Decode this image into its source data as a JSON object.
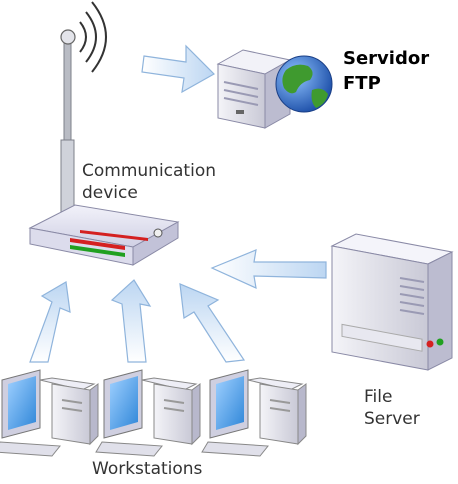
{
  "labels": {
    "ftp_server": [
      "Servidor",
      "FTP"
    ],
    "communication_device": [
      "Communication",
      "device"
    ],
    "file_server": [
      "File",
      "Server"
    ],
    "workstations": "Workstations"
  },
  "icons": [
    "antenna-icon",
    "router-icon",
    "ftp-server-icon",
    "globe-icon",
    "file-server-icon",
    "workstation-icon"
  ],
  "colors": {
    "arrow_fill": "#cfe3f7",
    "arrow_stroke": "#8fb4dc",
    "device_body": "#e6e6f2",
    "led_red": "#d42020",
    "led_green": "#20a020",
    "globe_blue": "#2a6fc9",
    "globe_green": "#3f9a2f",
    "screen_blue": "#5aa7ee"
  }
}
